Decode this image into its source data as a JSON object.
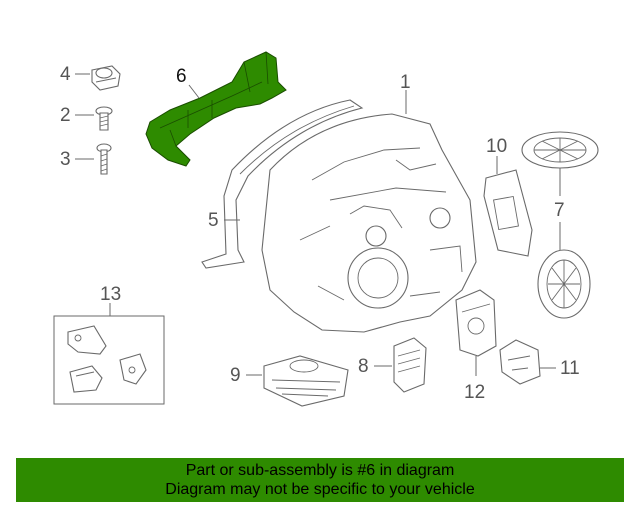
{
  "diagram": {
    "callouts": [
      {
        "id": "1",
        "label": "1"
      },
      {
        "id": "2",
        "label": "2"
      },
      {
        "id": "3",
        "label": "3"
      },
      {
        "id": "4",
        "label": "4"
      },
      {
        "id": "5",
        "label": "5"
      },
      {
        "id": "6",
        "label": "6",
        "highlighted": true
      },
      {
        "id": "7",
        "label": "7"
      },
      {
        "id": "8",
        "label": "8"
      },
      {
        "id": "9",
        "label": "9"
      },
      {
        "id": "10",
        "label": "10"
      },
      {
        "id": "11",
        "label": "11"
      },
      {
        "id": "12",
        "label": "12"
      },
      {
        "id": "13",
        "label": "13"
      }
    ],
    "highlight_color": "#2e8b00",
    "line_color": "#6a6a6a"
  },
  "banner": {
    "line1": "Part or sub-assembly is #6 in diagram",
    "line2": "Diagram may not be specific to your vehicle",
    "background": "#2e8b00"
  }
}
